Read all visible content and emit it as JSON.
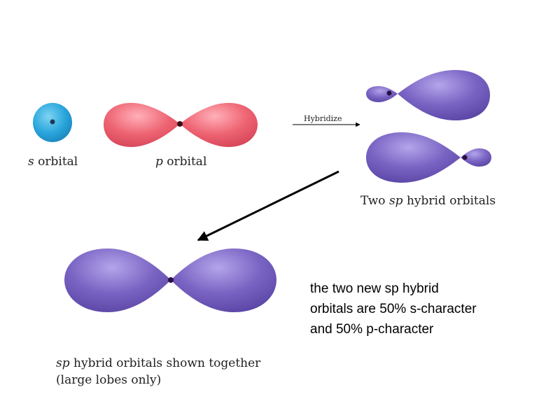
{
  "labels": {
    "s_orbital": {
      "letter": "s",
      "text": " orbital"
    },
    "p_orbital": {
      "letter": "p",
      "text": " orbital"
    },
    "hybridize": "Hybridize",
    "two_sp": {
      "prefix": "Two ",
      "letter": "sp",
      "suffix": " hybrid orbitals"
    },
    "together_line1": {
      "letter": "sp",
      "suffix": " hybrid orbitals shown together"
    },
    "together_line2": "(large lobes only)"
  },
  "note": {
    "line1": "the two new sp hybrid",
    "line2": "orbitals are 50% s-character",
    "line3": "and 50% p-character"
  },
  "colors": {
    "s_orbital": "#2aa6dc",
    "p_orbital": "#ea5a6a",
    "sp_orbital": "#7560bf",
    "nucleus": "#2a1040",
    "arrow": "#000000"
  }
}
